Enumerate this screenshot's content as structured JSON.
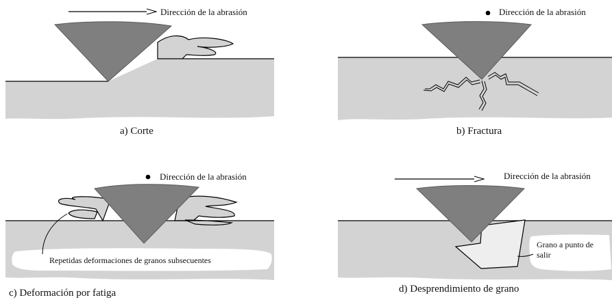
{
  "panels": {
    "a": {
      "caption": "a) Corte",
      "direction_label": "Dirección de la abrasión",
      "indicator": "arrow"
    },
    "b": {
      "caption": "b) Fractura",
      "direction_label": "Dirección de la abrasión",
      "indicator": "dot"
    },
    "c": {
      "caption": "c)  Deformación por fatiga",
      "direction_label": "Dirección de la abrasión",
      "indicator": "dot",
      "note": "Repetidas deformaciones de granos subsecuentes"
    },
    "d": {
      "caption": "d) Desprendimiento de grano",
      "direction_label": "Dirección de la abrasión",
      "indicator": "arrow",
      "note_line1": "Grano a punto de",
      "note_line2": "salir"
    }
  },
  "colors": {
    "surface": "#d3d3d3",
    "tool": "#7f7f7f",
    "grain": "#eeeeee",
    "background": "#ffffff"
  }
}
